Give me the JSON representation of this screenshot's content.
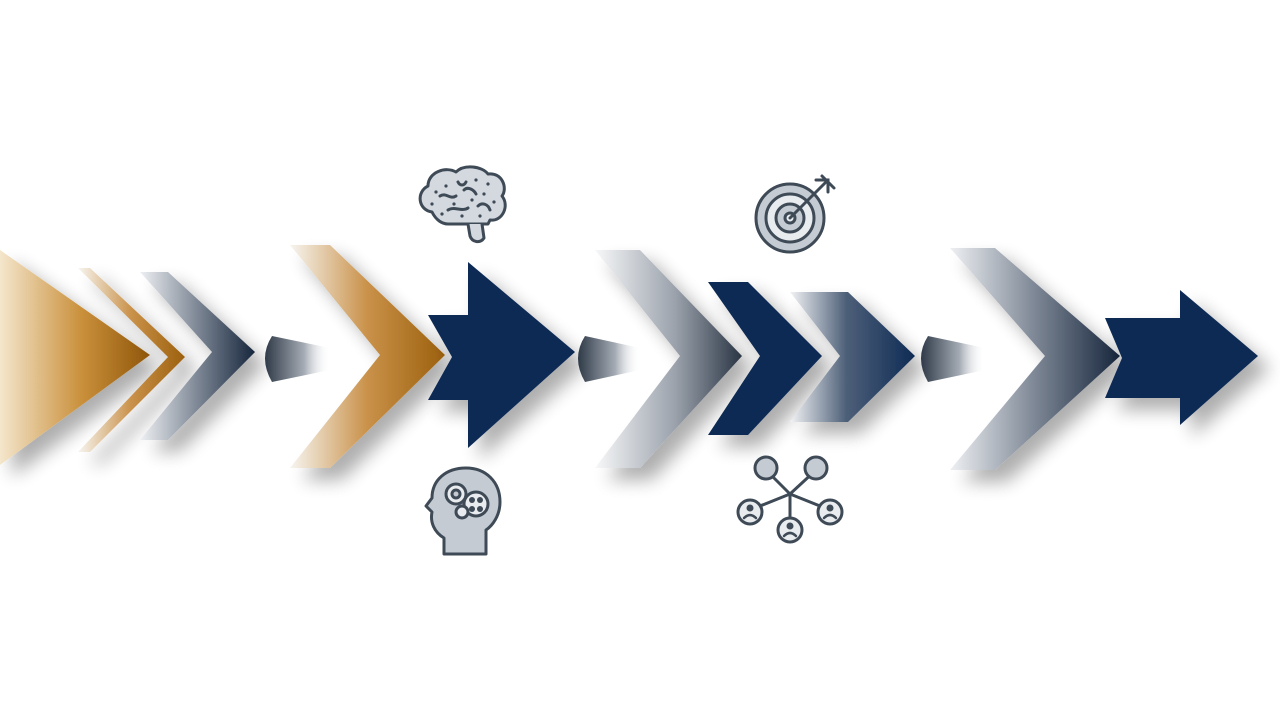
{
  "colors": {
    "background": "#ffffff",
    "navy": "#0e2b55",
    "gold": "#a86a12",
    "gold_light": "#f4e6cc",
    "silver_light": "#f4f5f6",
    "silver_dark": "#2f3a48",
    "icon_stroke": "#3f4a57",
    "icon_fill": "#c5cbd3"
  },
  "icons": [
    {
      "name": "brain-icon",
      "position": "above"
    },
    {
      "name": "head-gears-icon",
      "position": "below"
    },
    {
      "name": "target-arrow-icon",
      "position": "above"
    },
    {
      "name": "people-network-icon",
      "position": "below"
    }
  ],
  "arrow_sequence": [
    "gold-triangle",
    "gold-chevron",
    "silver-chevron",
    "silver-bullet",
    "gold-chevron",
    "navy-arrow",
    "silver-bullet",
    "silver-chevron",
    "navy-chevron",
    "navy-chevron",
    "silver-bullet",
    "silver-chevron",
    "navy-arrow"
  ]
}
